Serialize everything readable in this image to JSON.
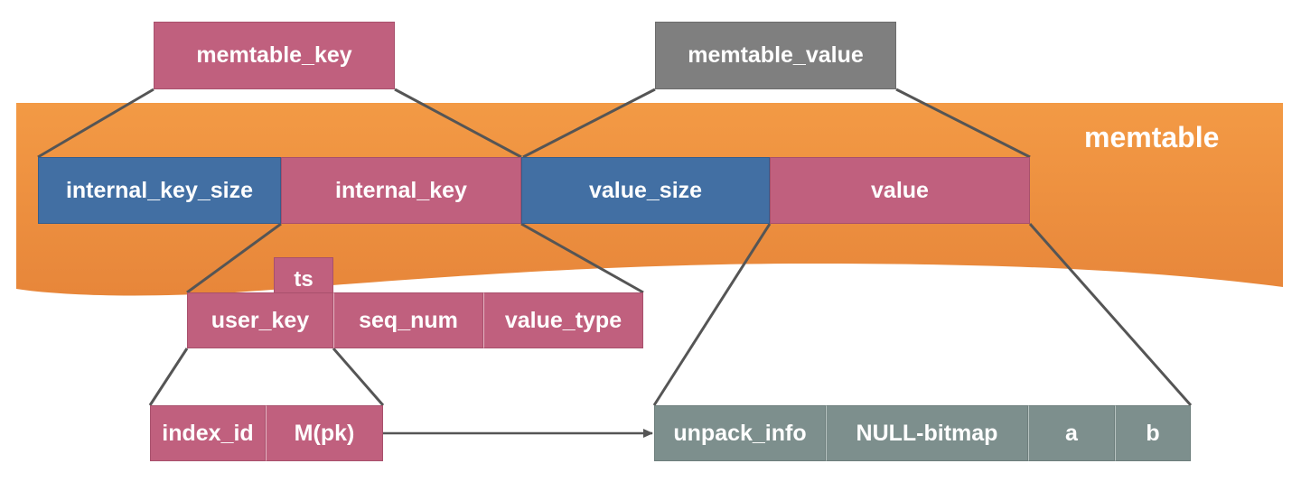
{
  "region_label": "memtable",
  "colors": {
    "memtable_band": "#f0923a",
    "key_pink": "#c0607e",
    "size_blue": "#426fa3",
    "value_gray": "#7f7f7f",
    "value_slate": "#7d8f8d",
    "connector": "#555555"
  },
  "top_fields": {
    "memtable_key": "memtable_key",
    "memtable_value": "memtable_value"
  },
  "memtable_entry": {
    "internal_key_size": "internal_key_size",
    "internal_key": "internal_key",
    "value_size": "value_size",
    "value": "value"
  },
  "internal_key_parts": {
    "ts": "ts",
    "user_key": "user_key",
    "seq_num": "seq_num",
    "value_type": "value_type"
  },
  "user_key_parts": {
    "index_id": "index_id",
    "pk": "M(pk)"
  },
  "value_parts": {
    "unpack_info": "unpack_info",
    "null_bitmap": "NULL-bitmap",
    "a": "a",
    "b": "b"
  }
}
